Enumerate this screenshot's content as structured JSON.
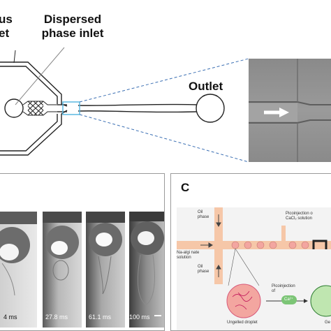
{
  "panel_a": {
    "label_continuous": "us\net",
    "label_continuous_line1": "us",
    "label_continuous_line2": "et",
    "label_dispersed_line1": "Dispersed",
    "label_dispersed_line2": "phase inlet",
    "label_outlet": "Outlet"
  },
  "panel_b": {
    "frames": [
      {
        "time": "4 ms"
      },
      {
        "time": "27.8 ms"
      },
      {
        "time": "61.1 ms"
      },
      {
        "time": "100 ms"
      }
    ]
  },
  "panel_c": {
    "panel_letter": "C",
    "oil_phase_top": "Oil\nphase",
    "oil_top_l1": "Oil",
    "oil_top_l2": "phase",
    "oil_bottom_l1": "Oil",
    "oil_bottom_l2": "phase",
    "na_alginate_l1": "Na-algi nate",
    "na_alginate_l2": "solution",
    "pico_top_l1": "Picoinjection o",
    "pico_top_l2": "CaCl₂ solution",
    "pico_mid_l1": "Picoinjection",
    "pico_mid_l2": "of",
    "ca_label": "Ca²⁺",
    "ungelled": "Ungelled droplet",
    "gelled_partial": "Ge"
  },
  "colors": {
    "channel_stroke": "#222222",
    "highlight_box": "#5bb8e0",
    "dashed_line": "#3b6fb3",
    "photo_bg": "#8f8f8f",
    "channel_peach": "#f6c7a8",
    "droplet_pink": "#f3a6a0",
    "scale_ca_green": "#7cc576"
  }
}
